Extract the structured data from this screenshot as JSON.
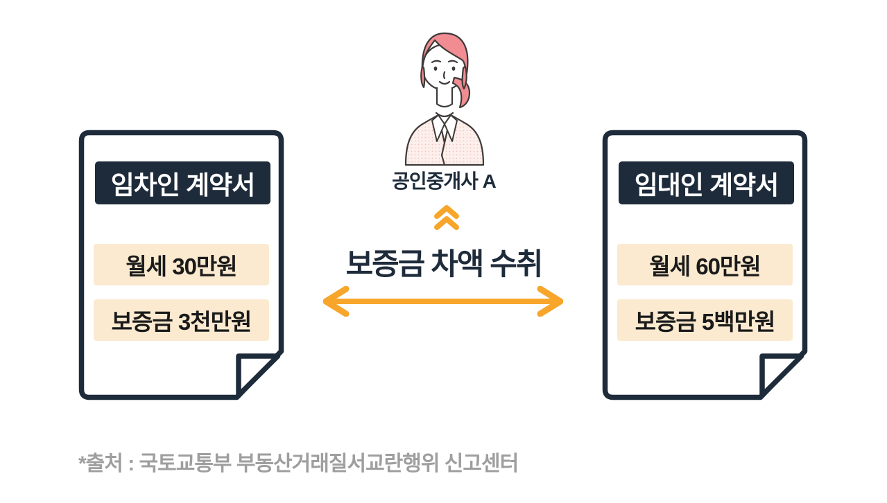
{
  "colors": {
    "navy": "#1E2B3A",
    "cream": "#FBEAD0",
    "orange": "#F7A62B",
    "footer_gray": "#9E9E9E",
    "item_text": "#1A1A1A",
    "hair_pink": "#F18D92",
    "blazer_pink": "#FDF0EC",
    "blazer_dot": "#F2C3BD",
    "outline": "#3D3A39"
  },
  "documents": {
    "left": {
      "title": "임차인 계약서",
      "items": [
        "월세 30만원",
        "보증금 3천만원"
      ]
    },
    "right": {
      "title": "임대인 계약서",
      "items": [
        "월세 60만원",
        "보증금 5백만원"
      ]
    }
  },
  "center": {
    "agent_label": "공인중개사 A",
    "action_label": "보증금 차액 수취"
  },
  "icons": {
    "person": "female-real-estate-agent-illustration",
    "up": "double-chevron-up",
    "exchange": "double-headed-horizontal-arrow",
    "paper": "document-with-folded-corner"
  },
  "footer": {
    "source": "*출처 : 국토교통부 부동산거래질서교란행위 신고센터"
  }
}
